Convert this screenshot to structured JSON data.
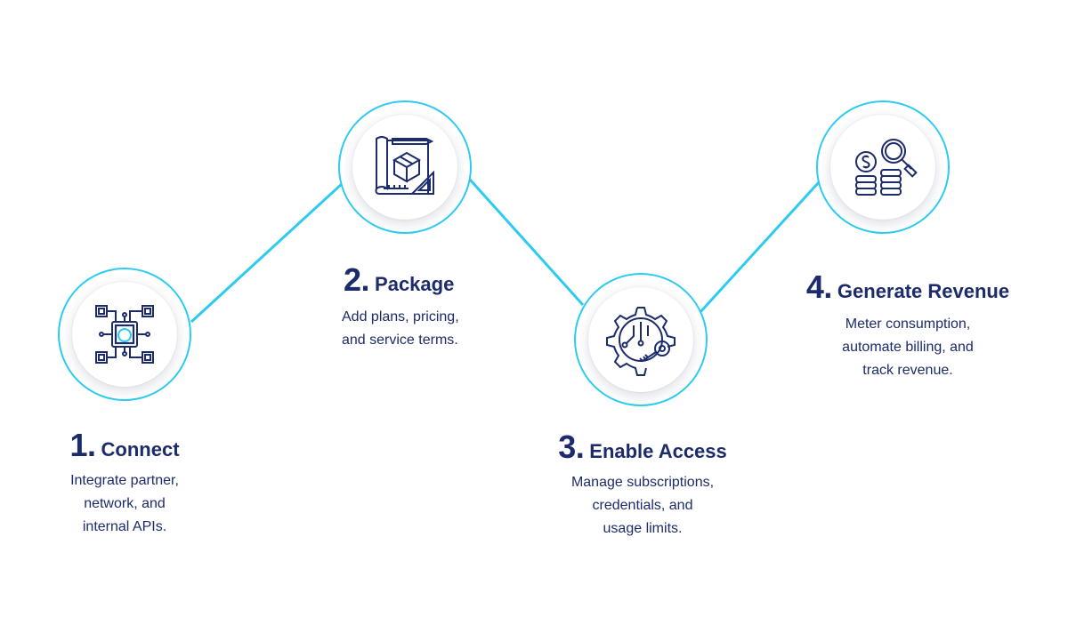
{
  "colors": {
    "accent": "#2ecbf0",
    "text": "#1c2b6b"
  },
  "steps": [
    {
      "number": "1.",
      "title": "Connect",
      "description": "Integrate partner,\nnetwork, and\ninternal APIs.",
      "icon": "circuit-chip-icon"
    },
    {
      "number": "2.",
      "title": "Package",
      "description": "Add plans, pricing,\nand service terms.",
      "icon": "blueprint-box-icon"
    },
    {
      "number": "3.",
      "title": "Enable Access",
      "description": "Manage subscriptions,\ncredentials, and\nusage limits.",
      "icon": "gear-key-icon"
    },
    {
      "number": "4.",
      "title": "Generate Revenue",
      "description": "Meter consumption,\nautomate billing, and\ntrack revenue.",
      "icon": "coins-magnifier-icon"
    }
  ]
}
